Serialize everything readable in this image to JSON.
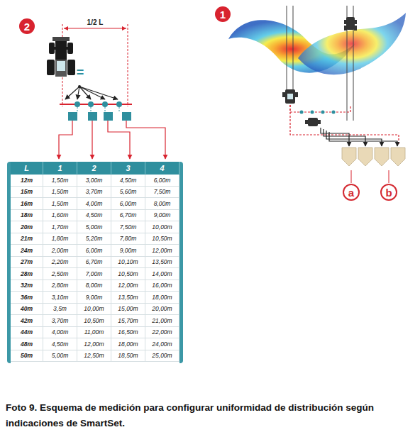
{
  "diagram": {
    "caption": "Foto 9. Esquema de medición para configurar uniformidad de distribución según indicaciones de SmartSet.",
    "nodes": [
      {
        "text": [
          "2"
        ]
      },
      {
        "text": [
          "1"
        ]
      },
      {
        "text": [
          "a"
        ]
      },
      {
        "text": [
          "b"
        ]
      }
    ],
    "labels": [
      "1/2 L",
      "=",
      "L",
      "1",
      "2",
      "3",
      "4",
      "12m",
      "1,50m",
      "3,00m",
      "4,50m",
      "6,00m",
      "15m",
      "1,50m",
      "3,70m",
      "5,60m",
      "7,50m",
      "16m",
      "1,50m",
      "4,00m",
      "6,00m",
      "8,00m",
      "18m",
      "1,60m",
      "4,50m",
      "6,70m",
      "9,00m",
      "20m",
      "1,70m",
      "5,00m",
      "7,50m",
      "10,00m",
      "21m",
      "1,80m",
      "5,20m",
      "7,80m",
      "10,50m",
      "24m",
      "2,00m",
      "6,00m",
      "9,00m",
      "12,00m",
      "27m",
      "2,20m",
      "6,70m",
      "10,10m",
      "13,50m",
      "28m",
      "2,50m",
      "7,00m",
      "10,50m",
      "14,00m",
      "32m",
      "2,80m",
      "8,00m",
      "12,00m",
      "16,00m",
      "36m",
      "3,10m",
      "9,00m",
      "13,50m",
      "18,00m",
      "40m",
      "3,5m",
      "10,00m",
      "15,00m",
      "20,00m",
      "42m",
      "3,70m",
      "10,50m",
      "15,70m",
      "21,00m",
      "44m",
      "4,00m",
      "11,00m",
      "16,50m",
      "22,00m",
      "48m",
      "4,50m",
      "12,00m",
      "18,00m",
      "24,00m",
      "50m",
      "5,00m",
      "12,50m",
      "18,50m",
      "25,00m"
    ]
  }
}
